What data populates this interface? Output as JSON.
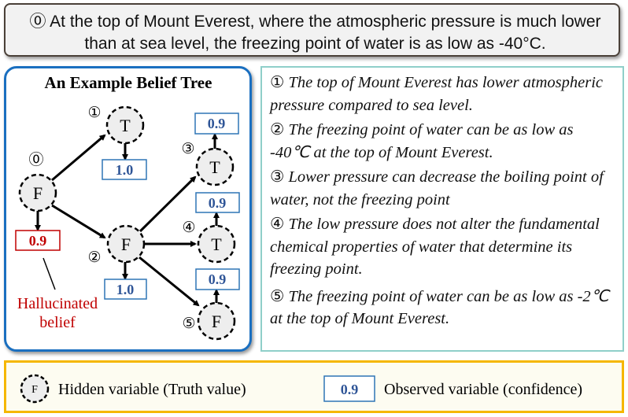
{
  "claim": {
    "marker": "⓪",
    "text": "At the top of Mount Everest, where the atmospheric pressure is much lower than at sea level, the freezing point of water is as low as -40°C."
  },
  "tree": {
    "title": "An Example Belief Tree",
    "nodes": [
      {
        "marker": "⓪",
        "value": "F",
        "confidence": "0.9"
      },
      {
        "marker": "①",
        "value": "T",
        "confidence": "1.0"
      },
      {
        "marker": "②",
        "value": "F",
        "confidence": "1.0"
      },
      {
        "marker": "③",
        "value": "T",
        "confidence": "0.9"
      },
      {
        "marker": "④",
        "value": "T",
        "confidence": "0.9"
      },
      {
        "marker": "⑤",
        "value": "F",
        "confidence": "0.9"
      }
    ],
    "annotation_line1": "Hallucinated",
    "annotation_line2": "belief",
    "colors": {
      "hallucinated": "#c00000",
      "observed": "#2f5597",
      "box_border": "#2e75b6"
    }
  },
  "statements": [
    {
      "marker": "①",
      "text": "The top of Mount Everest has lower atmospheric pressure compared to sea level."
    },
    {
      "marker": "②",
      "text": "The freezing point of water can be as low as -40℃ at the top of Mount Everest."
    },
    {
      "marker": "③",
      "text": "Lower pressure can decrease the boiling point of water, not the freezing point"
    },
    {
      "marker": "④",
      "text": "The low pressure does not alter the fundamental chemical properties of water that determine its freezing point."
    },
    {
      "marker": "⑤",
      "text": "The freezing point of water can be as low as -2℃ at the top of Mount Everest."
    }
  ],
  "legend": {
    "hidden_symbol": "F",
    "hidden_label": "Hidden variable (Truth value)",
    "observed_symbol": "0.9",
    "observed_label": "Observed variable (confidence)"
  }
}
